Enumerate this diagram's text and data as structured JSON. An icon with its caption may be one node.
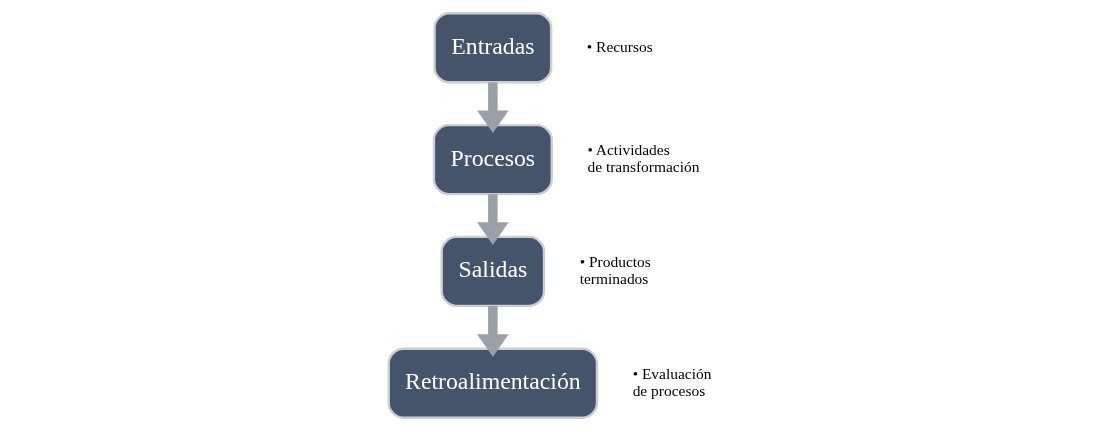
{
  "diagram": {
    "nodes": [
      {
        "text": [
          "Entradas"
        ],
        "beside": [
          "• Recursos"
        ]
      },
      {
        "text": [
          "Procesos"
        ],
        "beside": [
          "• Actividades de transformación"
        ]
      },
      {
        "text": [
          "Salidas"
        ],
        "beside": [
          "• Productos terminados"
        ]
      },
      {
        "text": [
          "Retroalimentación"
        ],
        "beside": [
          "• Evaluación de procesos"
        ]
      }
    ],
    "edges": [
      {
        "from": 0,
        "to": 1,
        "arrow": "to"
      },
      {
        "from": 1,
        "to": 2,
        "arrow": "to"
      },
      {
        "from": 2,
        "to": 3,
        "arrow": "to"
      }
    ]
  }
}
